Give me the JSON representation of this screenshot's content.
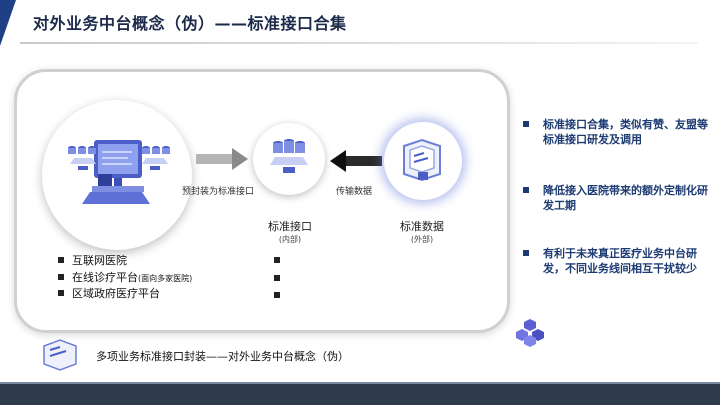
{
  "slide": {
    "title": "对外业务中台概念（伪）——标准接口合集",
    "colors": {
      "accent": "#1f3f87",
      "text_blue": "#1d3b73",
      "footer": "#2f3a4a"
    }
  },
  "diagram": {
    "arrow_left_label": "预封装为标准接口",
    "arrow_right_label": "传输数据",
    "middle_node": {
      "label": "标准接口",
      "sub": "(内部)",
      "icon": "database-cluster-icon"
    },
    "right_node": {
      "label": "标准数据",
      "sub": "(外部)",
      "icon": "document-stack-icon"
    },
    "left_node": {
      "icon": "computer-network-icon"
    },
    "hospitals": [
      {
        "name": "互联网医院",
        "note": ""
      },
      {
        "name": "在线诊疗平台",
        "note": "(面向多家医院)"
      },
      {
        "name": "区域政府医疗平台",
        "note": ""
      }
    ]
  },
  "bottom": {
    "caption": "多项业务标准接口封装——对外业务中台概念（伪）",
    "icon": "document-stack-icon"
  },
  "right_points": [
    "标准接口合集，类似有赞、友盟等标准接口研发及调用",
    "降低接入医院带来的额外定制化研发工期",
    "有利于未来真正医疗业务中台研发，不同业务线间相互干扰较少"
  ],
  "decor": {
    "icon": "cube-cluster-icon"
  }
}
